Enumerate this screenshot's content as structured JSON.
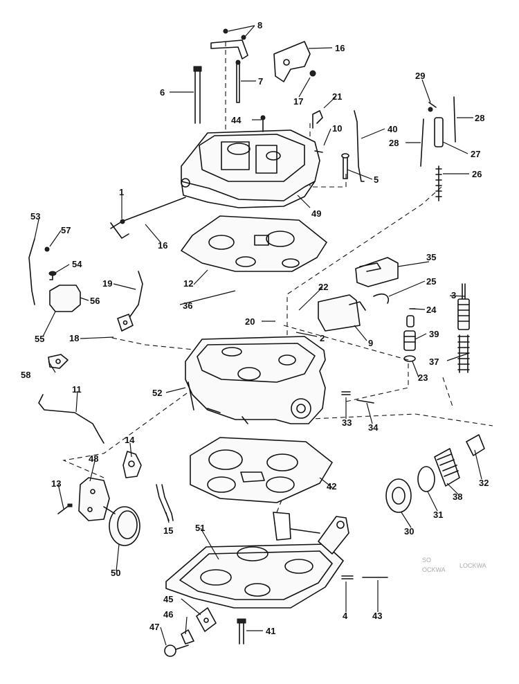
{
  "figure": {
    "part_numbers": [
      "1",
      "2",
      "3",
      "4",
      "5",
      "6",
      "7",
      "8",
      "9",
      "10",
      "11",
      "12",
      "13",
      "14",
      "15",
      "16",
      "17",
      "18",
      "19",
      "20",
      "21",
      "22",
      "23",
      "24",
      "25",
      "26",
      "27",
      "28",
      "29",
      "30",
      "31",
      "32",
      "33",
      "34",
      "35",
      "36",
      "37",
      "38",
      "39",
      "40",
      "41",
      "42",
      "43",
      "44",
      "45",
      "46",
      "47",
      "48",
      "49",
      "50",
      "51",
      "52",
      "53",
      "54",
      "55",
      "56",
      "57",
      "58"
    ],
    "faint_bleedthrough": [
      "SO",
      "LOCKWA",
      "OCKWA"
    ]
  }
}
